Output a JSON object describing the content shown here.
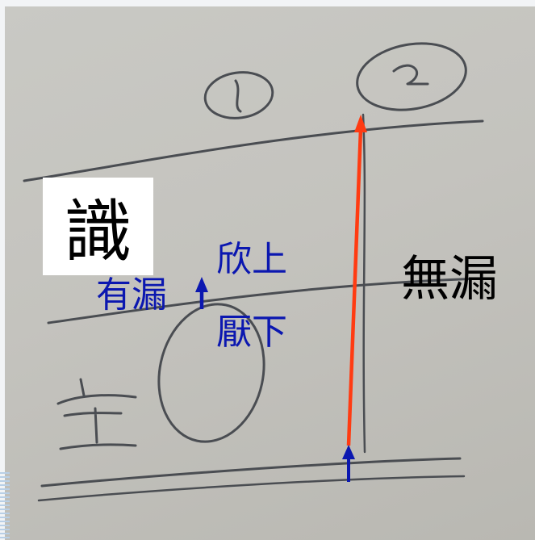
{
  "diagram": {
    "box_char": "識",
    "left_label": "有漏",
    "upper_label": "欣上",
    "lower_label": "厭下",
    "right_label": "無漏",
    "colors": {
      "blue_text": "#0b17b0",
      "red_arrow": "#ff3b12",
      "blue_arrow": "#0b17b0",
      "pencil": "#4a4d52"
    }
  }
}
